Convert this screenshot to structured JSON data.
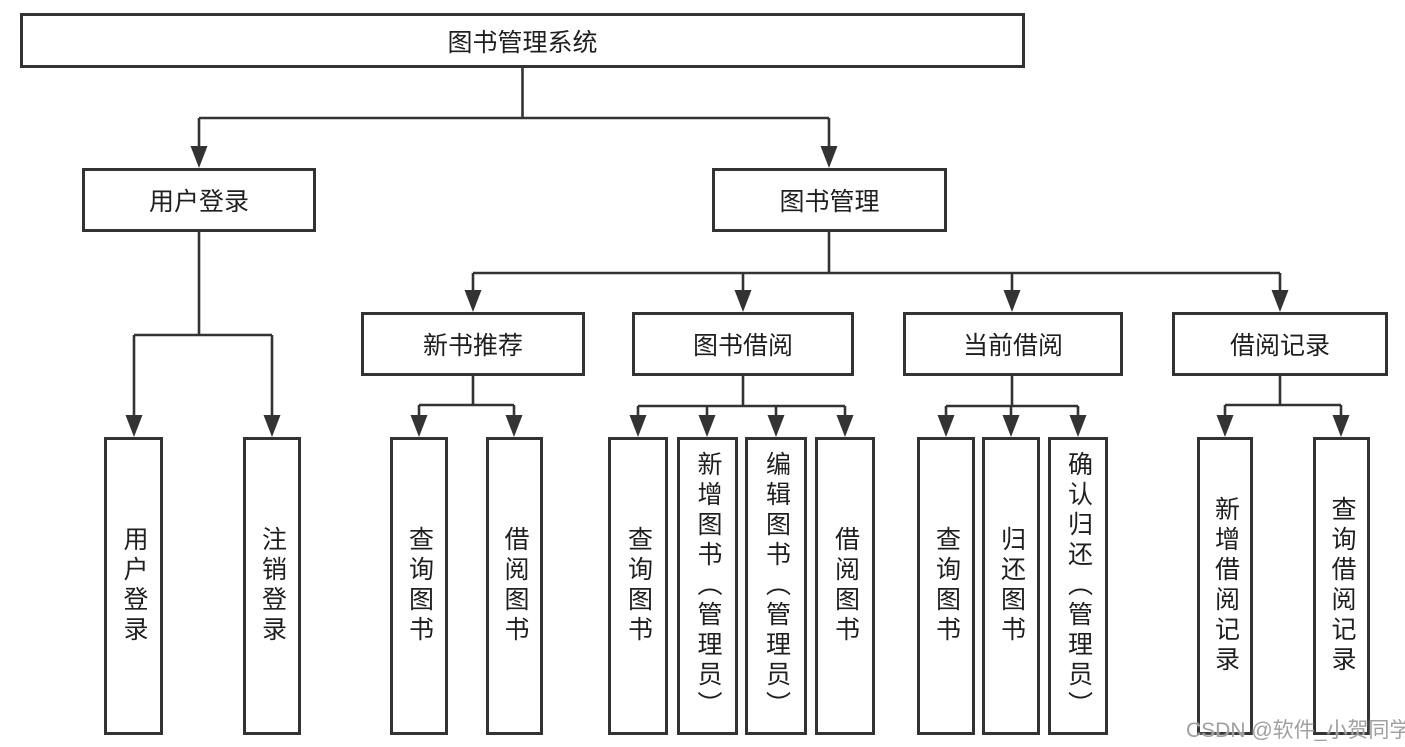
{
  "diagram": {
    "title": "图书管理系统",
    "level2": {
      "user_login": "用户登录",
      "book_mgmt": "图书管理"
    },
    "level3": {
      "new_books": "新书推荐",
      "book_borrow": "图书借阅",
      "current_borrow": "当前借阅",
      "borrow_records": "借阅记录"
    },
    "leaves": {
      "user_login": [
        "用户登录",
        "注销登录"
      ],
      "new_books": [
        "查询图书",
        "借阅图书"
      ],
      "book_borrow": [
        "查询图书",
        "新增图书（管理员）",
        "编辑图书（管理员）",
        "借阅图书"
      ],
      "current_borrow": [
        "查询图书",
        "归还图书",
        "确认归还（管理员）"
      ],
      "borrow_records": [
        "新增借阅记录",
        "查询借阅记录"
      ]
    }
  },
  "watermark": "CSDN @软件_小贺同学",
  "colors": {
    "line": "#333333",
    "text": "#1f1f1f",
    "watermark": "#a0a0a0",
    "background": "#ffffff"
  }
}
